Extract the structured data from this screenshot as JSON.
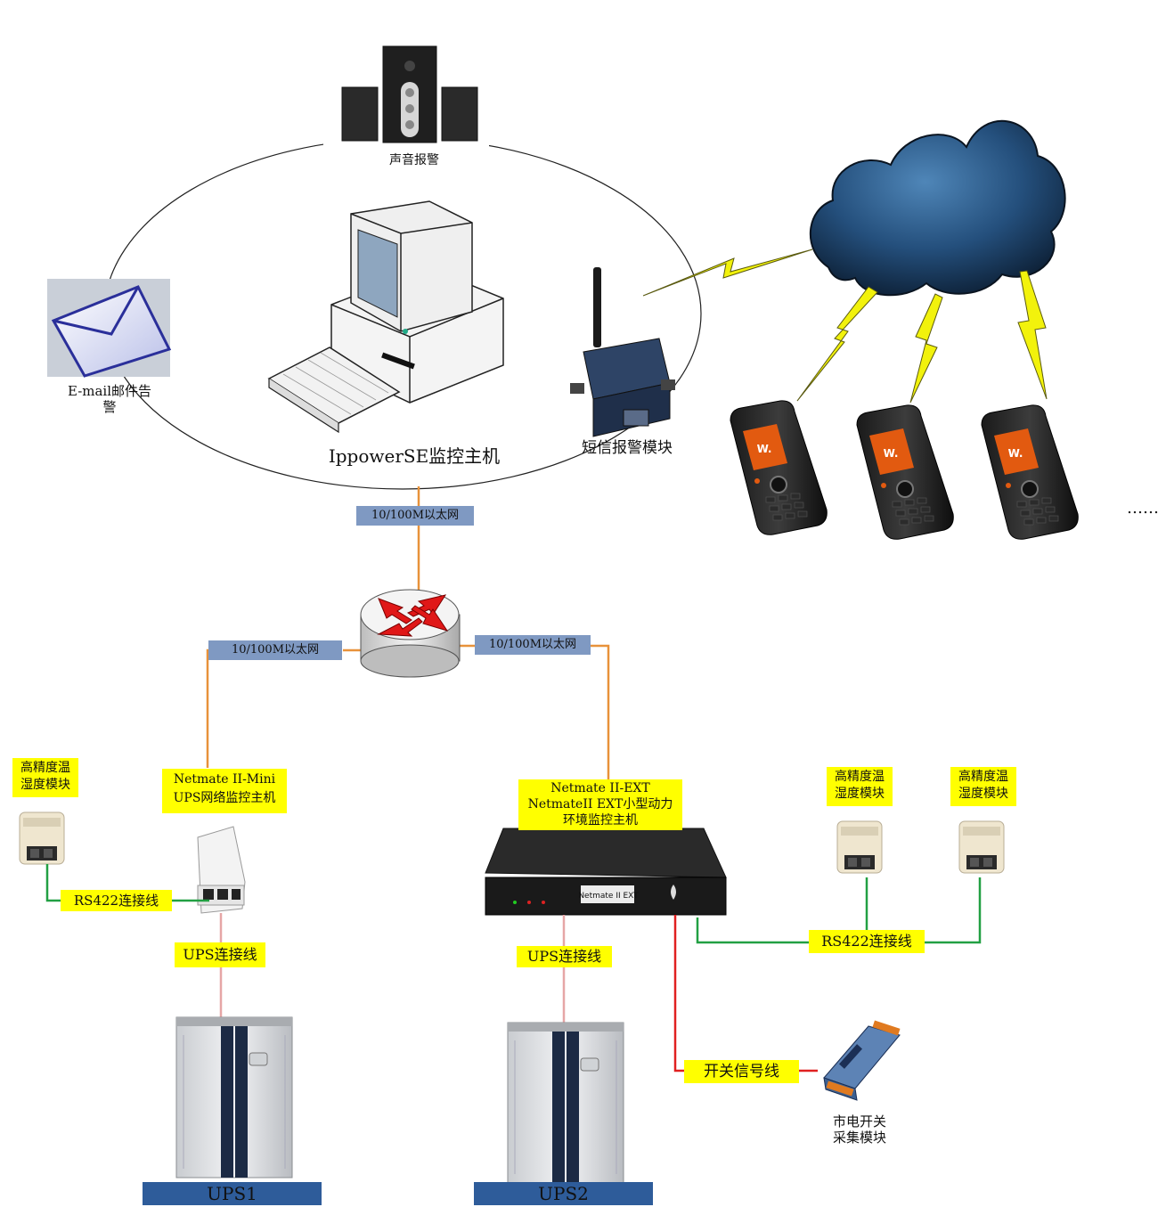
{
  "labels": {
    "sound_alarm": "声音报警",
    "email_alarm_line1": "E-mail邮件告",
    "email_alarm_line2": "警",
    "host": "IppowerSE监控主机",
    "sms_module": "短信报警模块",
    "more": "……",
    "link_top": "10/100M以太网",
    "link_left": "10/100M以太网",
    "link_right": "10/100M以太网",
    "netmate_mini_line1": "Netmate II-Mini",
    "netmate_mini_line2": "UPS网络监控主机",
    "netmate_ext_line1": "Netmate II-EXT",
    "netmate_ext_line2": "NetmateII EXT小型动力",
    "netmate_ext_line3": "环境监控主机",
    "sensor_left_line1": "高精度温",
    "sensor_left_line2": "湿度模块",
    "sensor_mid_line1": "高精度温",
    "sensor_mid_line2": "湿度模块",
    "sensor_right_line1": "高精度温",
    "sensor_right_line2": "湿度模块",
    "rs422_left": "RS422连接线",
    "rs422_right": "RS422连接线",
    "ups_cable_left": "UPS连接线",
    "ups_cable_right": "UPS连接线",
    "switch_signal": "开关信号线",
    "mains_module_line1": "市电开关",
    "mains_module_line2": "采集模块",
    "ups1": "UPS1",
    "ups2": "UPS2",
    "device_ext_text": "Netmate II EXT"
  },
  "colors": {
    "ethernet_line": "#e8923a",
    "rs422_line": "#22a043",
    "ups_line": "#e6a6a6",
    "switch_line": "#e02020",
    "tag_blue": "#7f99c2",
    "tag_yellow": "#ffff00",
    "ups_bar": "#2e5c9a"
  },
  "icons": [
    "speaker-icon",
    "computer-icon",
    "envelope-icon",
    "gsm-modem-icon",
    "cloud-icon",
    "lightning-icon",
    "mobile-phone-icon",
    "router-icon",
    "sensor-icon",
    "netmate-mini-icon",
    "netmate-ext-icon",
    "ups-cabinet-icon",
    "io-module-icon"
  ]
}
